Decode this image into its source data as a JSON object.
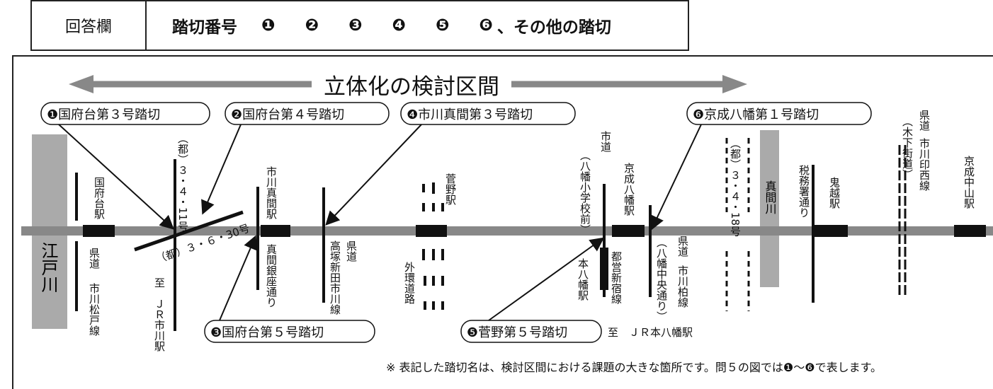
{
  "answer_box": {
    "label": "回答欄",
    "title": "踏切番号",
    "options": [
      "❶",
      "❷",
      "❸",
      "❹",
      "❺",
      "❻"
    ],
    "tail": "、その他の踏切"
  },
  "map": {
    "section_label": "立体化の検討区間",
    "crossings": [
      "❶国府台第３号踏切",
      "❷国府台第４号踏切",
      "❹市川真間第３号踏切",
      "❻京成八幡第１号踏切",
      "❸国府台第５号踏切",
      "❺菅野第５号踏切"
    ],
    "stations": [
      "国府台駅",
      "市川真間駅",
      "菅野駅",
      "京成八幡駅",
      "鬼越駅",
      "京成中山駅",
      "本八幡駅"
    ],
    "river_edogawa": "江戸川",
    "river_mama": "真間川",
    "roads": {
      "r_3_4_11_top": "（都）３・４・11号",
      "r_3_6_30": "（都）３・６・30号",
      "shi_matsudo_top": "県道",
      "shi_matsudo_bot": "市川松戸線",
      "to_jr_ichikawa": "至　ＪＲ市川駅",
      "mama_ginza": "真間銀座通り",
      "kendo_a": "県道",
      "takatsuka": "高塚新田市川線",
      "gaikan": "外環道路",
      "shido": "市道",
      "yawata_gakko": "（八幡小学校前）",
      "toei": "都営新宿線",
      "kendo_b": "県道",
      "ichikawa_kashiwa": "市川柏線",
      "yawata_chuo": "（八幡中央通り）",
      "r_3_4_18": "（都）３・４・18号",
      "zeimusho": "税務署通り",
      "kendo_c": "県道",
      "ichikawa_tanishi": "市川印西線",
      "kioroshi": "（木下街道）",
      "to_jr_motoyawata": "至　ＪＲ本八幡駅"
    },
    "footnote": "※ 表記した踏切名は、検討区間における課題の大きな箇所です。問５の図では❶〜❻で表します。"
  }
}
